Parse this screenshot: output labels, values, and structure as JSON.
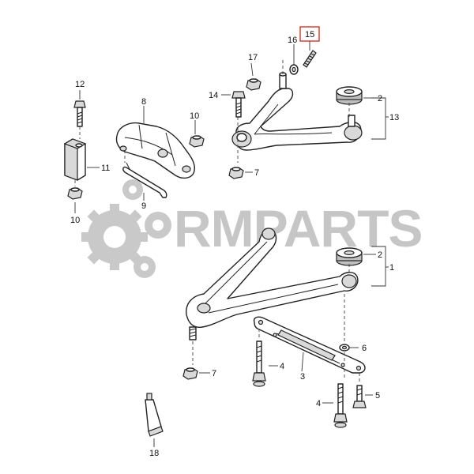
{
  "watermark": {
    "text": "RMPARTS"
  },
  "callouts": {
    "c1": "1",
    "c2a": "2",
    "c2b": "2",
    "c3": "3",
    "c4a": "4",
    "c4b": "4",
    "c5": "5",
    "c6": "6",
    "c7a": "7",
    "c7b": "7",
    "c8": "8",
    "c9": "9",
    "c10a": "10",
    "c10b": "10",
    "c11": "11",
    "c12": "12",
    "c13": "13",
    "c14": "14",
    "c15": "15",
    "c16": "16",
    "c17": "17",
    "c18": "18"
  },
  "highlight": {
    "callout": "15",
    "color": "#d0261d"
  }
}
